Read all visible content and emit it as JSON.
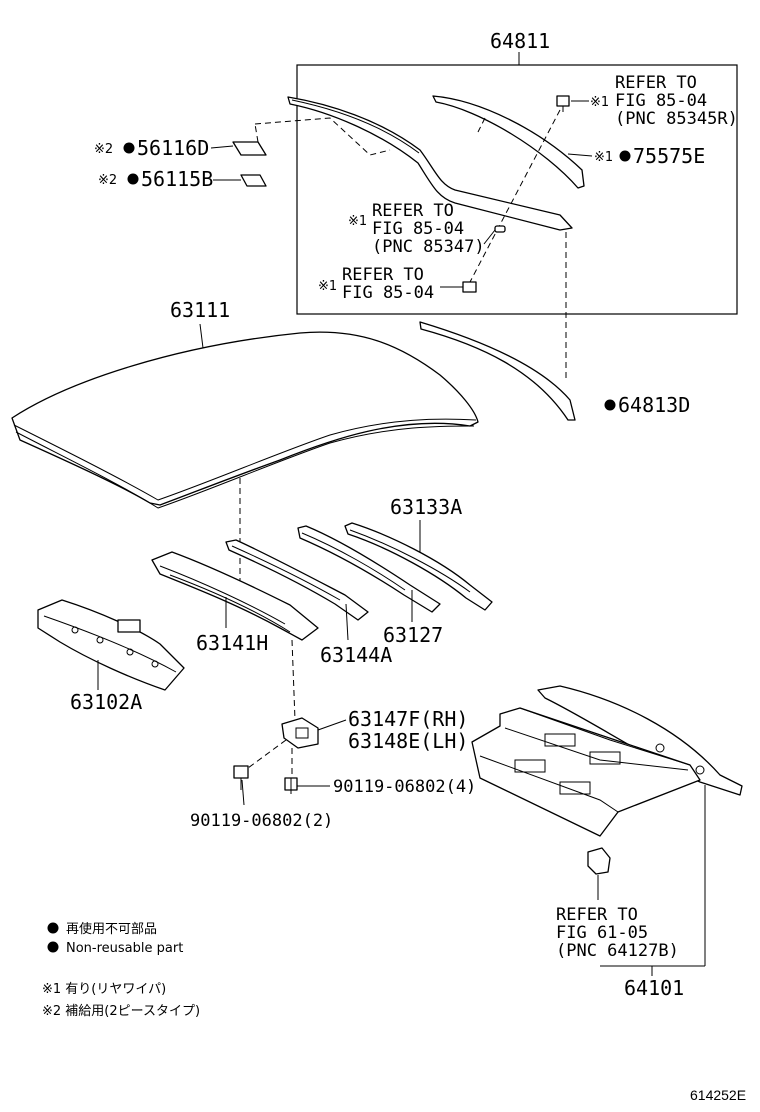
{
  "parts": {
    "p64811": "64811",
    "p56116D": "56116D",
    "p56115B": "56115B",
    "p75575E": "75575E",
    "p63111": "63111",
    "p64813D": "64813D",
    "p63133A": "63133A",
    "p63141H": "63141H",
    "p63144A": "63144A",
    "p63127": "63127",
    "p63102A": "63102A",
    "p63147F": "63147F(RH)",
    "p63148E": "63148E(LH)",
    "bolt4": "90119-06802(4)",
    "bolt2": "90119-06802(2)",
    "p64101": "64101"
  },
  "refs": {
    "r1": [
      "REFER TO",
      "FIG 85-04",
      "(PNC 85345R)"
    ],
    "r2": [
      "REFER TO",
      "FIG 85-04",
      "(PNC 85347)"
    ],
    "r3": [
      "REFER TO",
      "FIG 85-04"
    ],
    "r4": [
      "REFER TO",
      "FIG 61-05",
      "(PNC 64127B)"
    ]
  },
  "marks": {
    "note1": "※1",
    "note2": "※2"
  },
  "legend": {
    "jp": "再使用不可部品",
    "en": "Non-reusable part",
    "note1": "※1 有り(リヤワイパ)",
    "note2": "※2 補給用(2ピースタイプ)"
  },
  "figure_id": "614252E"
}
